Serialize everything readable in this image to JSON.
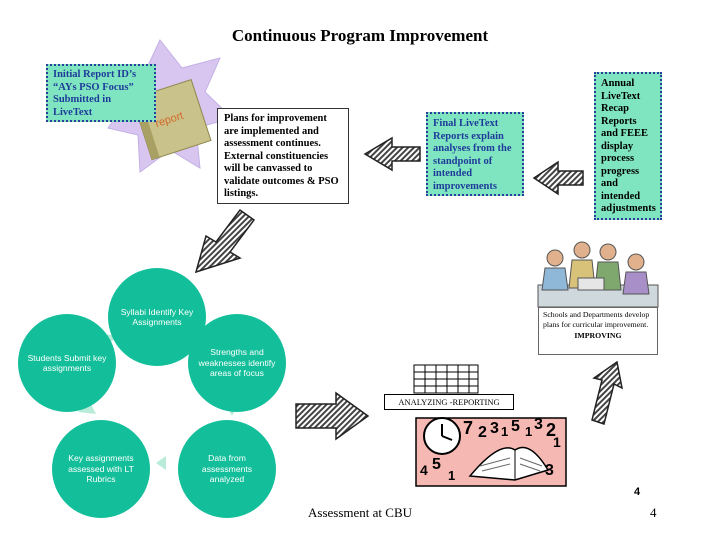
{
  "title": "Continuous Program Improvement",
  "box_initial_report": "Initial Report ID’s “AYs PSO Focus” Submitted in LiveText",
  "report_icon_label": "report",
  "box_plans": "Plans for improvement are implemented and assessment continues. External constituencies will be canvassed  to validate outcomes & PSO listings.",
  "box_final_livetext": "Final LiveText Reports explain analyses from the standpoint of intended improvements",
  "box_annual": "Annual LiveText Recap Reports and FEEE display process progress and intended adjustments",
  "cycle": {
    "syllabi": "Syllabi Identify Key Assignments",
    "strengths": "Strengths and weaknesses identify areas of focus",
    "data": "Data from assessments analyzed",
    "key_assignments": "Key assignments assessed with LT Rubrics",
    "students": "Students Submit key assignments"
  },
  "analyzing_label": "ANALYZING -REPORTING",
  "improving_text": "Schools and Departments develop plans for curricular improvement.",
  "improving_label": "IMPROVING",
  "footer": "Assessment at CBU",
  "page_number_bold": "4",
  "page_number": "4",
  "clip_numbers": [
    "7",
    "2",
    "3",
    "1",
    "5",
    "1",
    "3",
    "2",
    "1",
    "5",
    "4",
    "3",
    "1"
  ],
  "colors": {
    "teal_box": "#7fe5c0",
    "cycle_circle": "#13bf9a",
    "cycle_arrow": "#b8ecd8",
    "clock_bg": "#f6b8b3",
    "box_border": "#2c3e9c"
  }
}
